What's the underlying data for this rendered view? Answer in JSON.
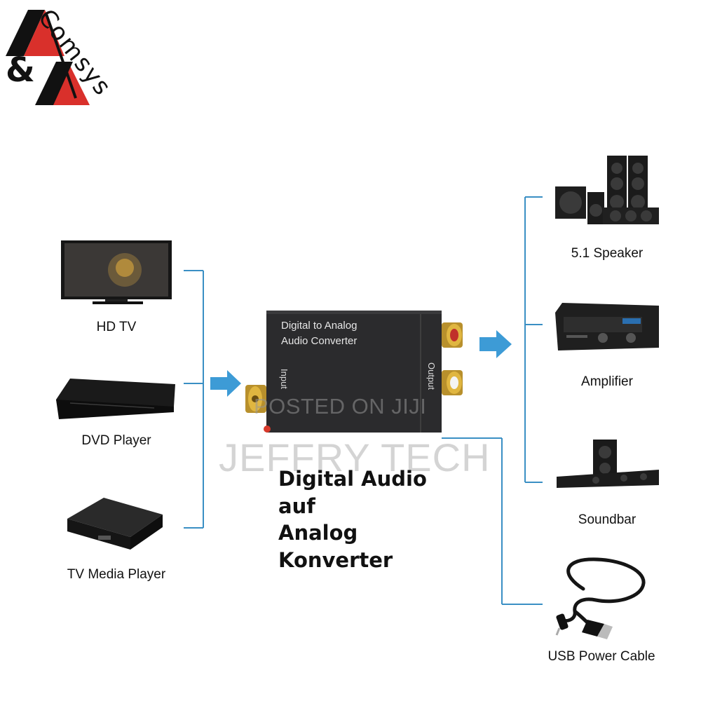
{
  "logo": {
    "text": "Comsys",
    "amp": "&"
  },
  "sources": [
    {
      "label": "HD TV",
      "icon": "tv-icon"
    },
    {
      "label": "DVD Player",
      "icon": "dvd-player-icon"
    },
    {
      "label": "TV Media Player",
      "icon": "media-player-icon"
    }
  ],
  "converter": {
    "title_line1": "Digital to Analog",
    "title_line2": "Audio Converter",
    "input_label": "Input",
    "output_label": "Output"
  },
  "outputs": [
    {
      "label": "5.1 Speaker",
      "icon": "speaker-system-icon"
    },
    {
      "label": "Amplifier",
      "icon": "amplifier-icon"
    },
    {
      "label": "Soundbar",
      "icon": "soundbar-icon"
    },
    {
      "label": "USB Power Cable",
      "icon": "usb-cable-icon"
    }
  ],
  "headline": [
    "Digital Audio",
    "auf",
    "Analog",
    "Konverter"
  ],
  "watermarks": {
    "small": "POSTED ON JIJI",
    "large": "JEFFRY TECH"
  },
  "colors": {
    "connector_line": "#3a8fc4",
    "arrow": "#3d9bd6",
    "device_body": "#2b2b2d",
    "logo_red": "#d9302b"
  }
}
